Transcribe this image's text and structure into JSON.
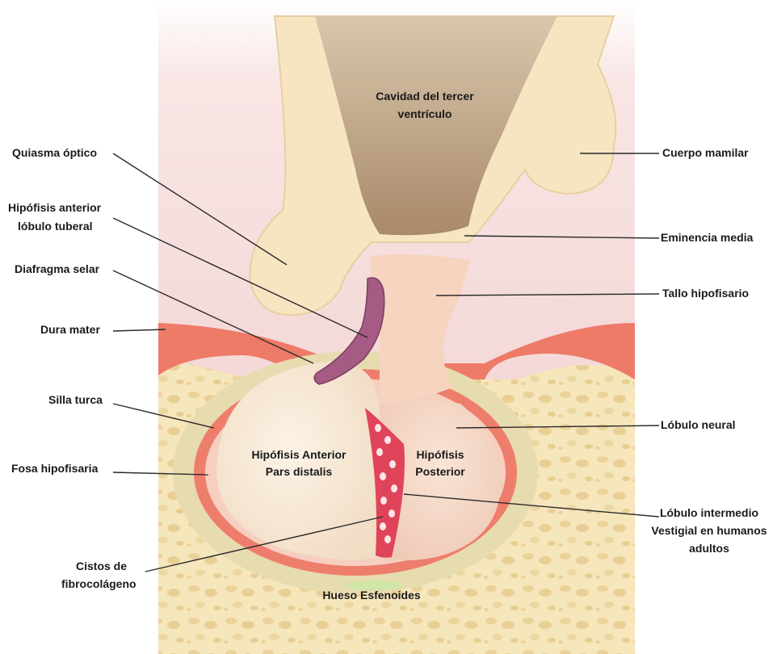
{
  "diagram": {
    "labels": {
      "cavidad_line1": "Cavidad del tercer",
      "cavidad_line2": "ventrículo",
      "quiasma": "Quiasma óptico",
      "hipofisis_tuberal_line1": "Hipófisis anterior",
      "hipofisis_tuberal_line2": "lóbulo tuberal",
      "diafragma": "Diafragma selar",
      "dura": "Dura mater",
      "silla": "Silla turca",
      "fosa": "Fosa hipofisaria",
      "cistos_line1": "Cistos de",
      "cistos_line2": "fibrocolágeno",
      "cuerpo_mamilar": "Cuerpo mamilar",
      "eminencia": "Eminencia media",
      "tallo": "Tallo hipofisario",
      "lobulo_neural": "Lóbulo neural",
      "intermedio_line1": "Lóbulo intermedio",
      "intermedio_line2": "Vestigial en humanos",
      "intermedio_line3": "adultos",
      "anterior_line1": "Hipófisis Anterior",
      "anterior_line2": "Pars distalis",
      "posterior_line1": "Hipófisis",
      "posterior_line2": "Posterior",
      "hueso": "Hueso Esfenoides"
    },
    "colors": {
      "background_pink": "#f3d7d6",
      "brain_tissue": "#f7e6c4",
      "ventricle": "#b49a78",
      "dura": "#ee7c6b",
      "bone": "#f6e7bf",
      "anterior_lobe": "#f8ead8",
      "posterior_lobe": "#f4d6c4",
      "tuberal": "#a85c86",
      "intermediate": "#e0465c"
    }
  }
}
